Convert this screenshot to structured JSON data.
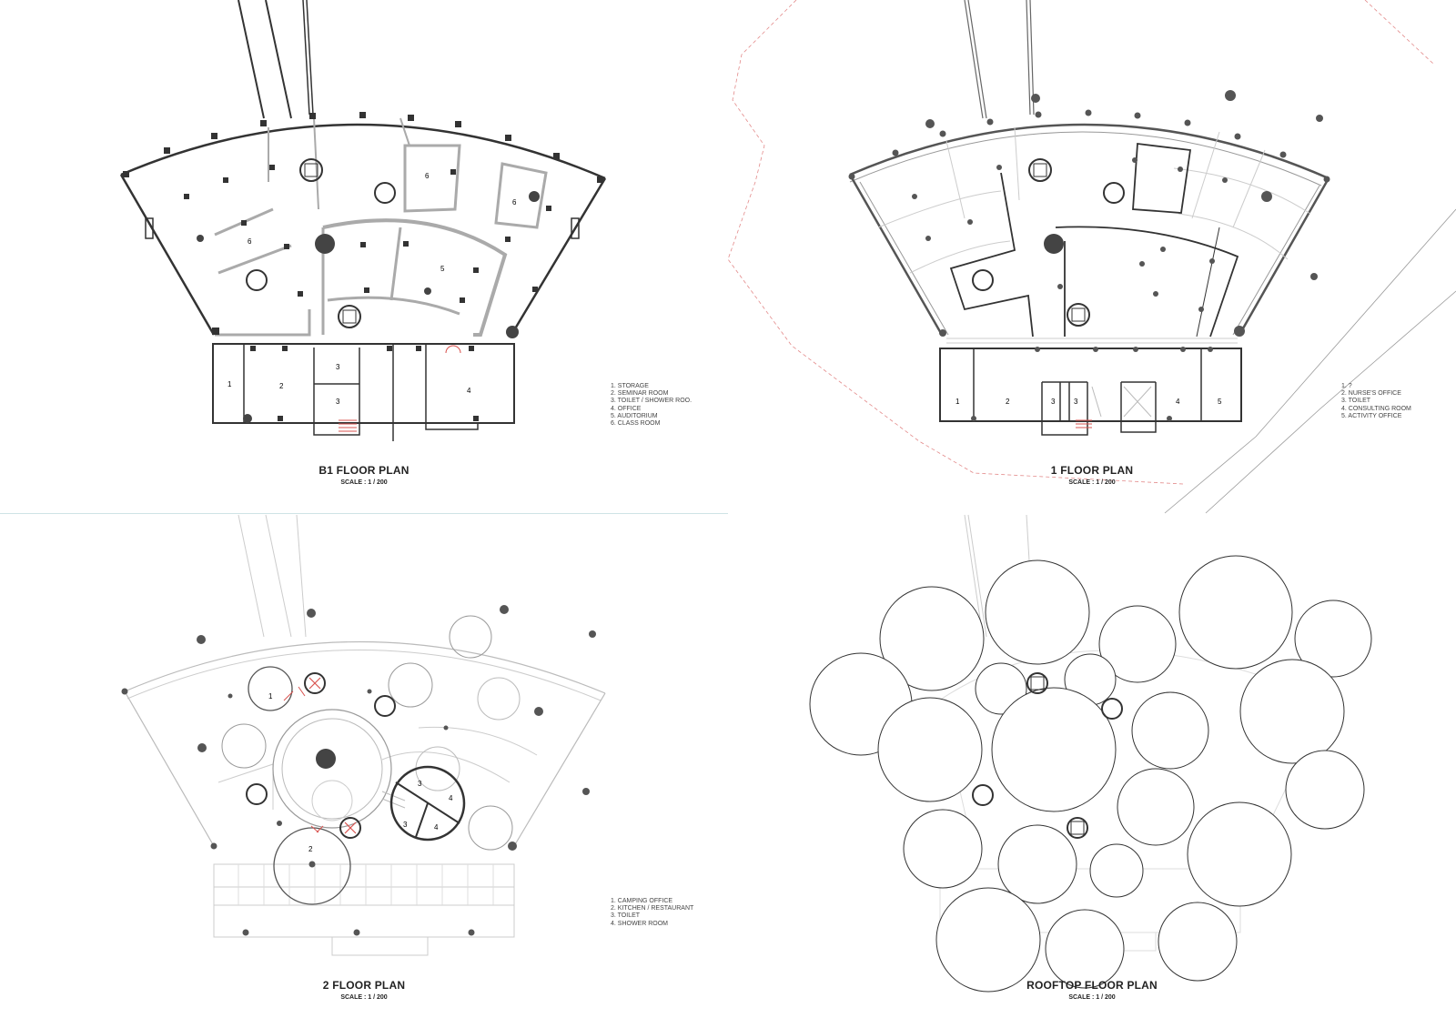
{
  "panels": [
    {
      "title": "B1 FLOOR PLAN",
      "scale": "SCALE : 1 / 200",
      "legend": [
        "1. STORAGE",
        "2. SEMINAR ROOM",
        "3. TOILET / SHOWER ROO.",
        "4. OFFICE",
        "5. AUDITORIUM",
        "6. CLASS ROOM"
      ]
    },
    {
      "title": "1 FLOOR PLAN",
      "scale": "SCALE : 1 / 200",
      "legend": [
        "1. ?",
        "2. NURSE'S OFFICE",
        "3. TOILET",
        "4. CONSULTING ROOM",
        "5. ACTIVITY OFFICE"
      ]
    },
    {
      "title": "2 FLOOR PLAN",
      "scale": "SCALE : 1 / 200",
      "legend": [
        "1. CAMPING OFFICE",
        "2. KITCHEN / RESTAURANT",
        "3. TOILET",
        "4. SHOWER ROOM"
      ]
    },
    {
      "title": "ROOFTOP FLOOR PLAN",
      "scale": "SCALE : 1 / 200",
      "legend": []
    }
  ],
  "room_numbers": {
    "b1": [
      "1",
      "2",
      "3",
      "3",
      "4",
      "5",
      "6",
      "6",
      "6"
    ],
    "f1": [
      "1",
      "2",
      "3",
      "3",
      "4",
      "5"
    ],
    "f2": [
      "1",
      "2",
      "3",
      "3",
      "4",
      "4"
    ]
  },
  "colors": {
    "wall": "#333333",
    "light_line": "#bdbdbd",
    "accent_red": "#d9534f",
    "divider": "#cfe3e6"
  }
}
